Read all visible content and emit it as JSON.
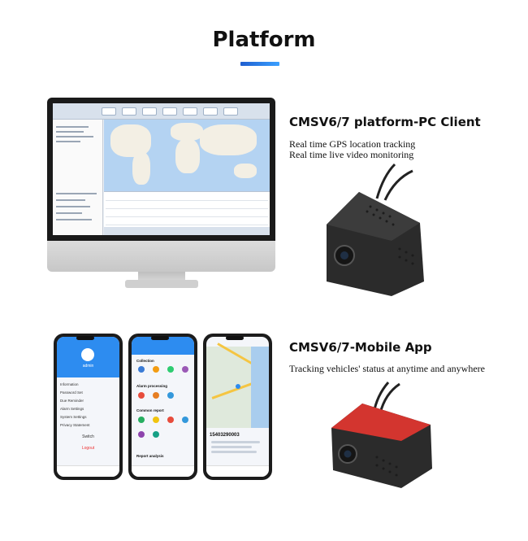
{
  "page": {
    "title": "Platform",
    "accent_color": "#2a7de1"
  },
  "pc_section": {
    "heading": "CMSV6/7 platform-PC Client",
    "lines": [
      "Real time GPS location tracking",
      "Real time live video monitoring"
    ]
  },
  "mobile_section": {
    "heading": "CMSV6/7-Mobile App",
    "lines": [
      "Tracking vehicles' status at anytime and anywhere"
    ]
  },
  "phones": {
    "settings": {
      "user": "admin",
      "items": [
        "Information",
        "Password Set",
        "Due Reminder",
        "Alarm Settings",
        "System Settings",
        "Privacy Statement"
      ],
      "switch_label": "Switch",
      "logout_label": "Logout"
    },
    "menu": {
      "sections": [
        "Collection",
        "Alarm processing",
        "Common report",
        "Report analysis"
      ]
    },
    "map": {
      "plate": "15403290003"
    }
  },
  "icons": {
    "monitor": "desktop-monitor-icon",
    "camera_black": "dashcam-black-icon",
    "camera_red": "dashcam-red-icon"
  }
}
